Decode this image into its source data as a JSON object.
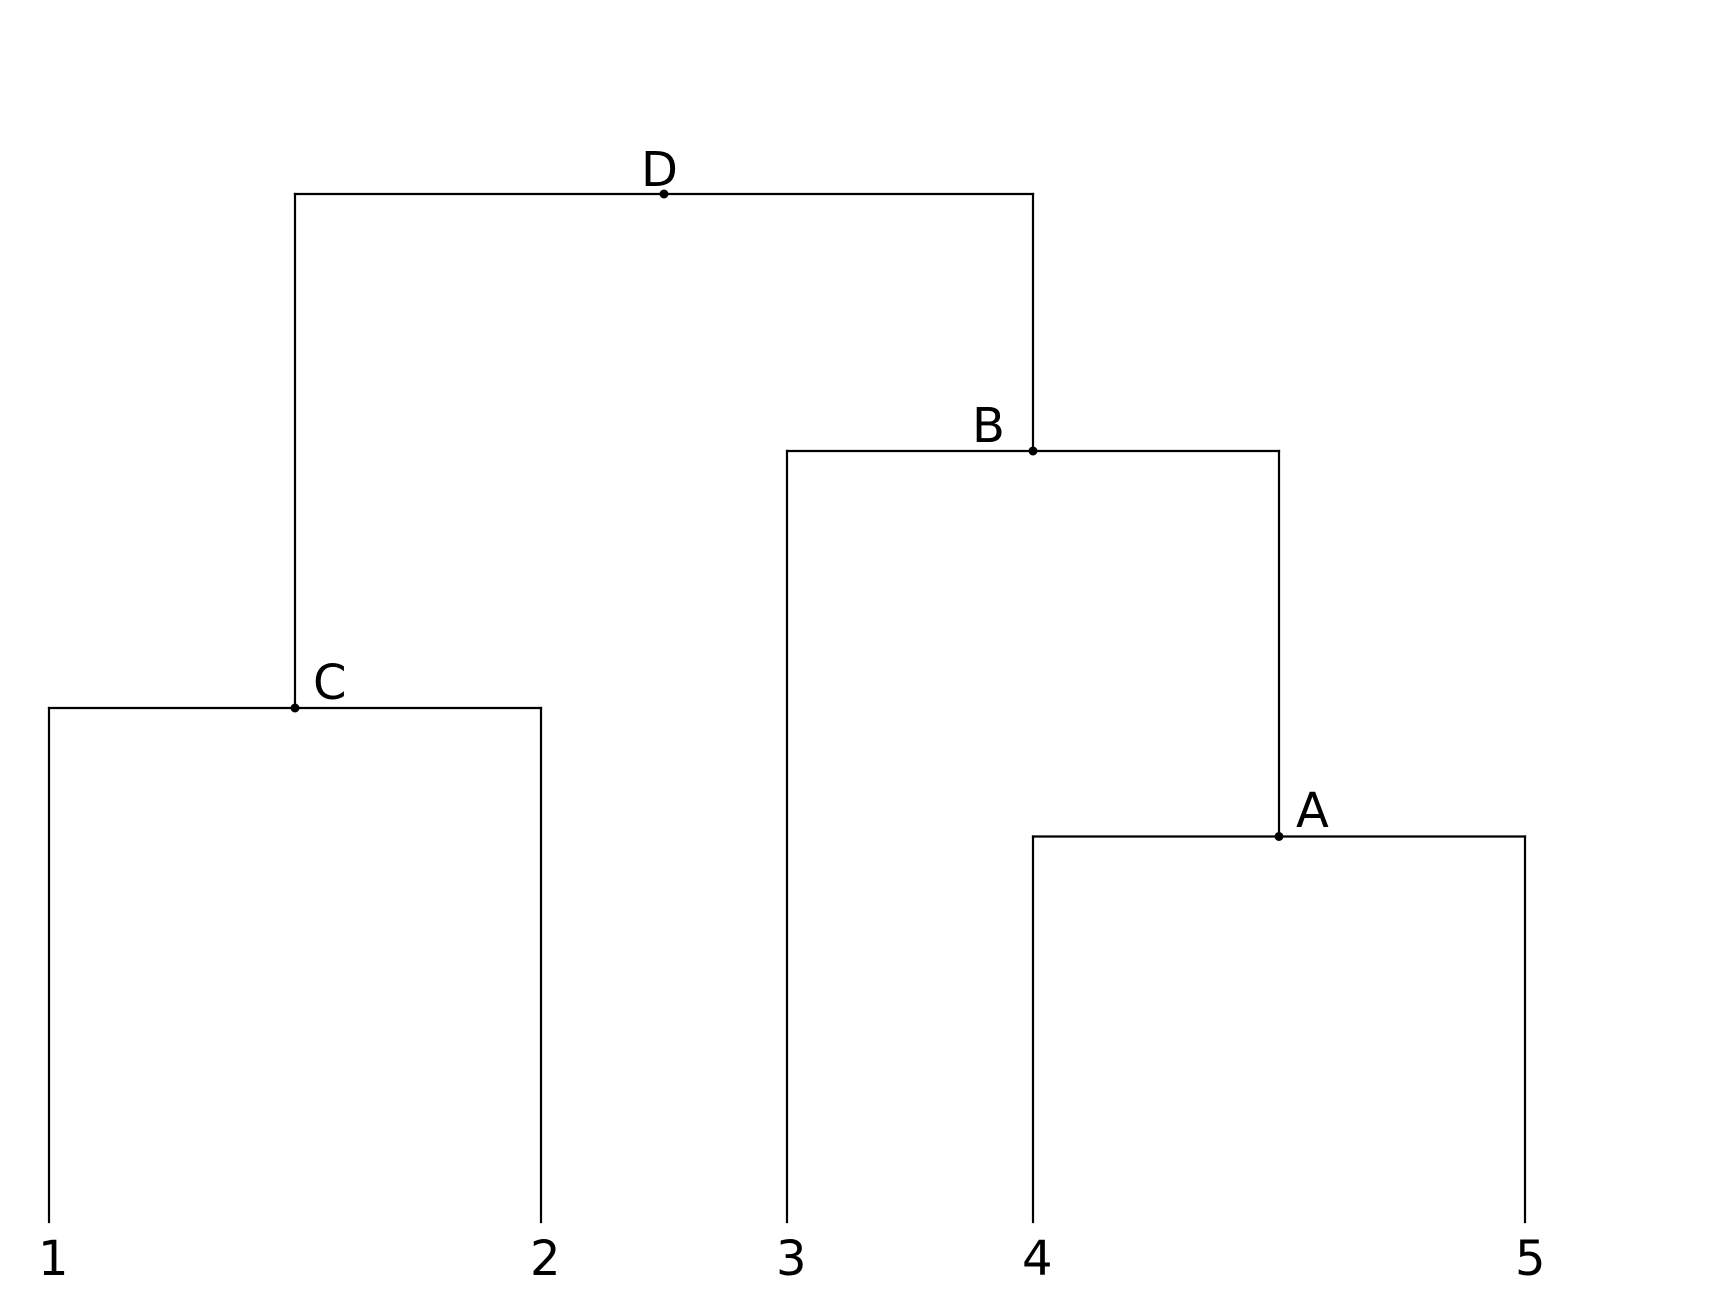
{
  "diagram": {
    "type": "dendrogram",
    "line_color": "#000000",
    "leaves": [
      {
        "id": "1",
        "label": "1"
      },
      {
        "id": "2",
        "label": "2"
      },
      {
        "id": "3",
        "label": "3"
      },
      {
        "id": "4",
        "label": "4"
      },
      {
        "id": "5",
        "label": "5"
      }
    ],
    "nodes": [
      {
        "id": "A",
        "label": "A",
        "height": 1.5,
        "children": [
          "4",
          "5"
        ]
      },
      {
        "id": "B",
        "label": "B",
        "height": 3.0,
        "children": [
          "3",
          "A"
        ]
      },
      {
        "id": "C",
        "label": "C",
        "height": 2.0,
        "children": [
          "1",
          "2"
        ]
      },
      {
        "id": "D",
        "label": "D",
        "height": 4.0,
        "children": [
          "C",
          "B"
        ]
      }
    ]
  }
}
